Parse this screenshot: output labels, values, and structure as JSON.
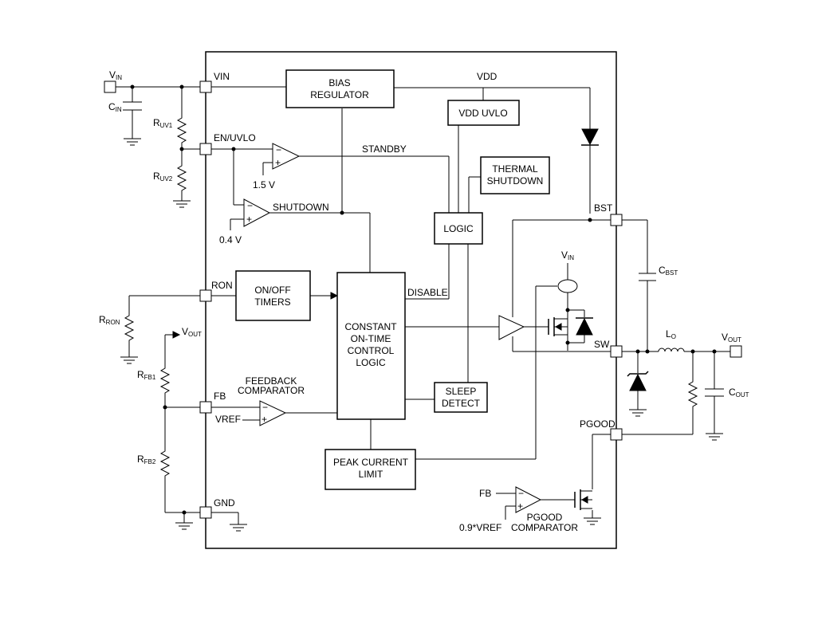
{
  "pins": {
    "vin": "VIN",
    "en_uvlo": "EN/UVLO",
    "ron": "RON",
    "fb": "FB",
    "gnd": "GND",
    "bst": "BST",
    "sw": "SW",
    "pgood": "PGOOD"
  },
  "blocks": {
    "bias_regulator": [
      "BIAS",
      "REGULATOR"
    ],
    "vdd_uvlo": "VDD UVLO",
    "thermal_shutdown": [
      "THERMAL",
      "SHUTDOWN"
    ],
    "logic": "LOGIC",
    "on_off_timers": [
      "ON/OFF",
      "TIMERS"
    ],
    "control_logic": [
      "CONSTANT",
      "ON-TIME",
      "CONTROL",
      "LOGIC"
    ],
    "sleep_detect": [
      "SLEEP",
      "DETECT"
    ],
    "peak_current_limit": [
      "PEAK CURRENT",
      "LIMIT"
    ]
  },
  "signals": {
    "vdd": "VDD",
    "standby": "STANDBY",
    "shutdown": "SHUTDOWN",
    "disable": "DISABLE",
    "vref": "VREF",
    "fb_in": "FB",
    "pgood_ref": "0.9*VREF",
    "ref_1v5": "1.5 V",
    "ref_0v4": "0.4 V"
  },
  "comparators": {
    "feedback": [
      "FEEDBACK",
      "COMPARATOR"
    ],
    "pgood": [
      "PGOOD",
      "COMPARATOR"
    ],
    "minus": "−",
    "plus": "+"
  },
  "components": {
    "vin_main": "V",
    "vin_sub": "IN",
    "cin_main": "C",
    "cin_sub": "IN",
    "ruv1_main": "R",
    "ruv1_sub": "UV1",
    "ruv2_main": "R",
    "ruv2_sub": "UV2",
    "rron_main": "R",
    "rron_sub": "RON",
    "vout_l_main": "V",
    "vout_l_sub": "OUT",
    "rfb1_main": "R",
    "rfb1_sub": "FB1",
    "rfb2_main": "R",
    "rfb2_sub": "FB2",
    "vin_r_main": "V",
    "vin_r_sub": "IN",
    "cbst_main": "C",
    "cbst_sub": "BST",
    "lo_main": "L",
    "lo_sub": "O",
    "vout_r_main": "V",
    "vout_r_sub": "OUT",
    "cout_main": "C",
    "cout_sub": "OUT"
  }
}
